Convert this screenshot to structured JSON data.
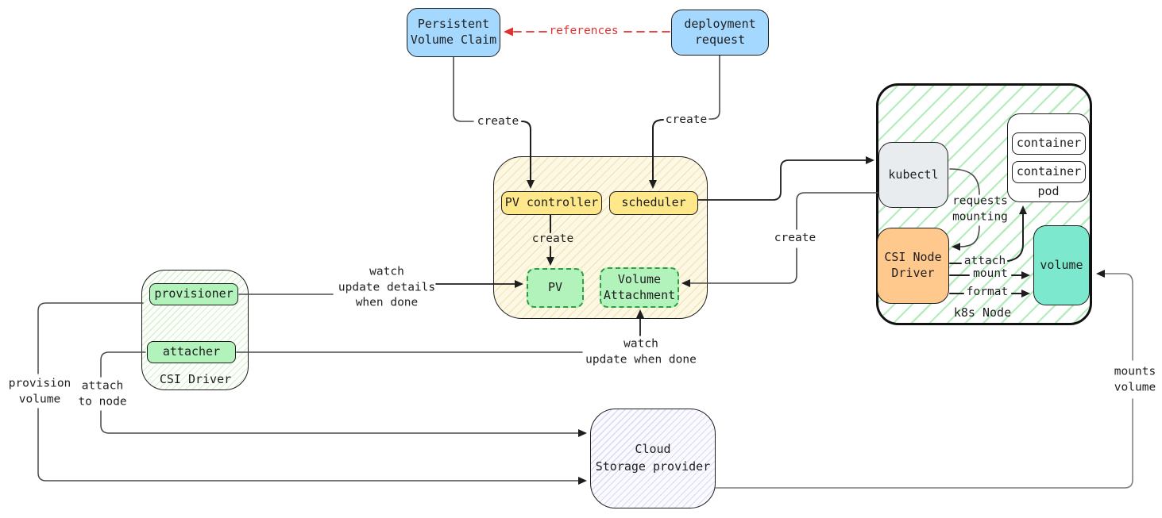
{
  "colors": {
    "blue": "#a5d8ff",
    "yellow": "#ffe88a",
    "green": "#b2f2bb",
    "green_border": "#2f9e44",
    "orange": "#ffc98d",
    "teal": "#7ce8cd",
    "grey": "#e9ecef",
    "red": "#e03131",
    "ink": "#1e1e1e"
  },
  "nodes": {
    "pvc": {
      "label": "Persistent\nVolume Claim"
    },
    "deployment_request": {
      "label": "deployment\nrequest"
    },
    "pv_controller": {
      "label": "PV controller"
    },
    "scheduler": {
      "label": "scheduler"
    },
    "pv": {
      "label": "PV"
    },
    "volume_attachment": {
      "label": "Volume\nAttachment"
    },
    "kubectl": {
      "label": "kubectl"
    },
    "container_1": {
      "label": "container"
    },
    "container_2": {
      "label": "container"
    },
    "pod": {
      "label": "pod"
    },
    "csi_node_driver": {
      "label": "CSI Node\nDriver"
    },
    "volume": {
      "label": "volume"
    },
    "k8s_node": {
      "label": "k8s Node"
    },
    "provisioner": {
      "label": "provisioner"
    },
    "attacher": {
      "label": "attacher"
    },
    "csi_driver": {
      "label": "CSI Driver"
    },
    "cloud_storage": {
      "label": "Cloud\nStorage provider"
    }
  },
  "edge_labels": {
    "references": "references",
    "create_pvc": "create",
    "create_deploy": "create",
    "create_pv": "create",
    "create_va": "create",
    "watch_update_details": "watch\nupdate details\nwhen done",
    "watch_update_done": "watch\nupdate when done",
    "provision_volume": "provision\nvolume",
    "attach_to_node": "attach\nto node",
    "requests_mounting": "requests\nmounting",
    "attach": "attach",
    "mount": "mount",
    "format": "format",
    "mounts_volume": "mounts\nvolume"
  }
}
